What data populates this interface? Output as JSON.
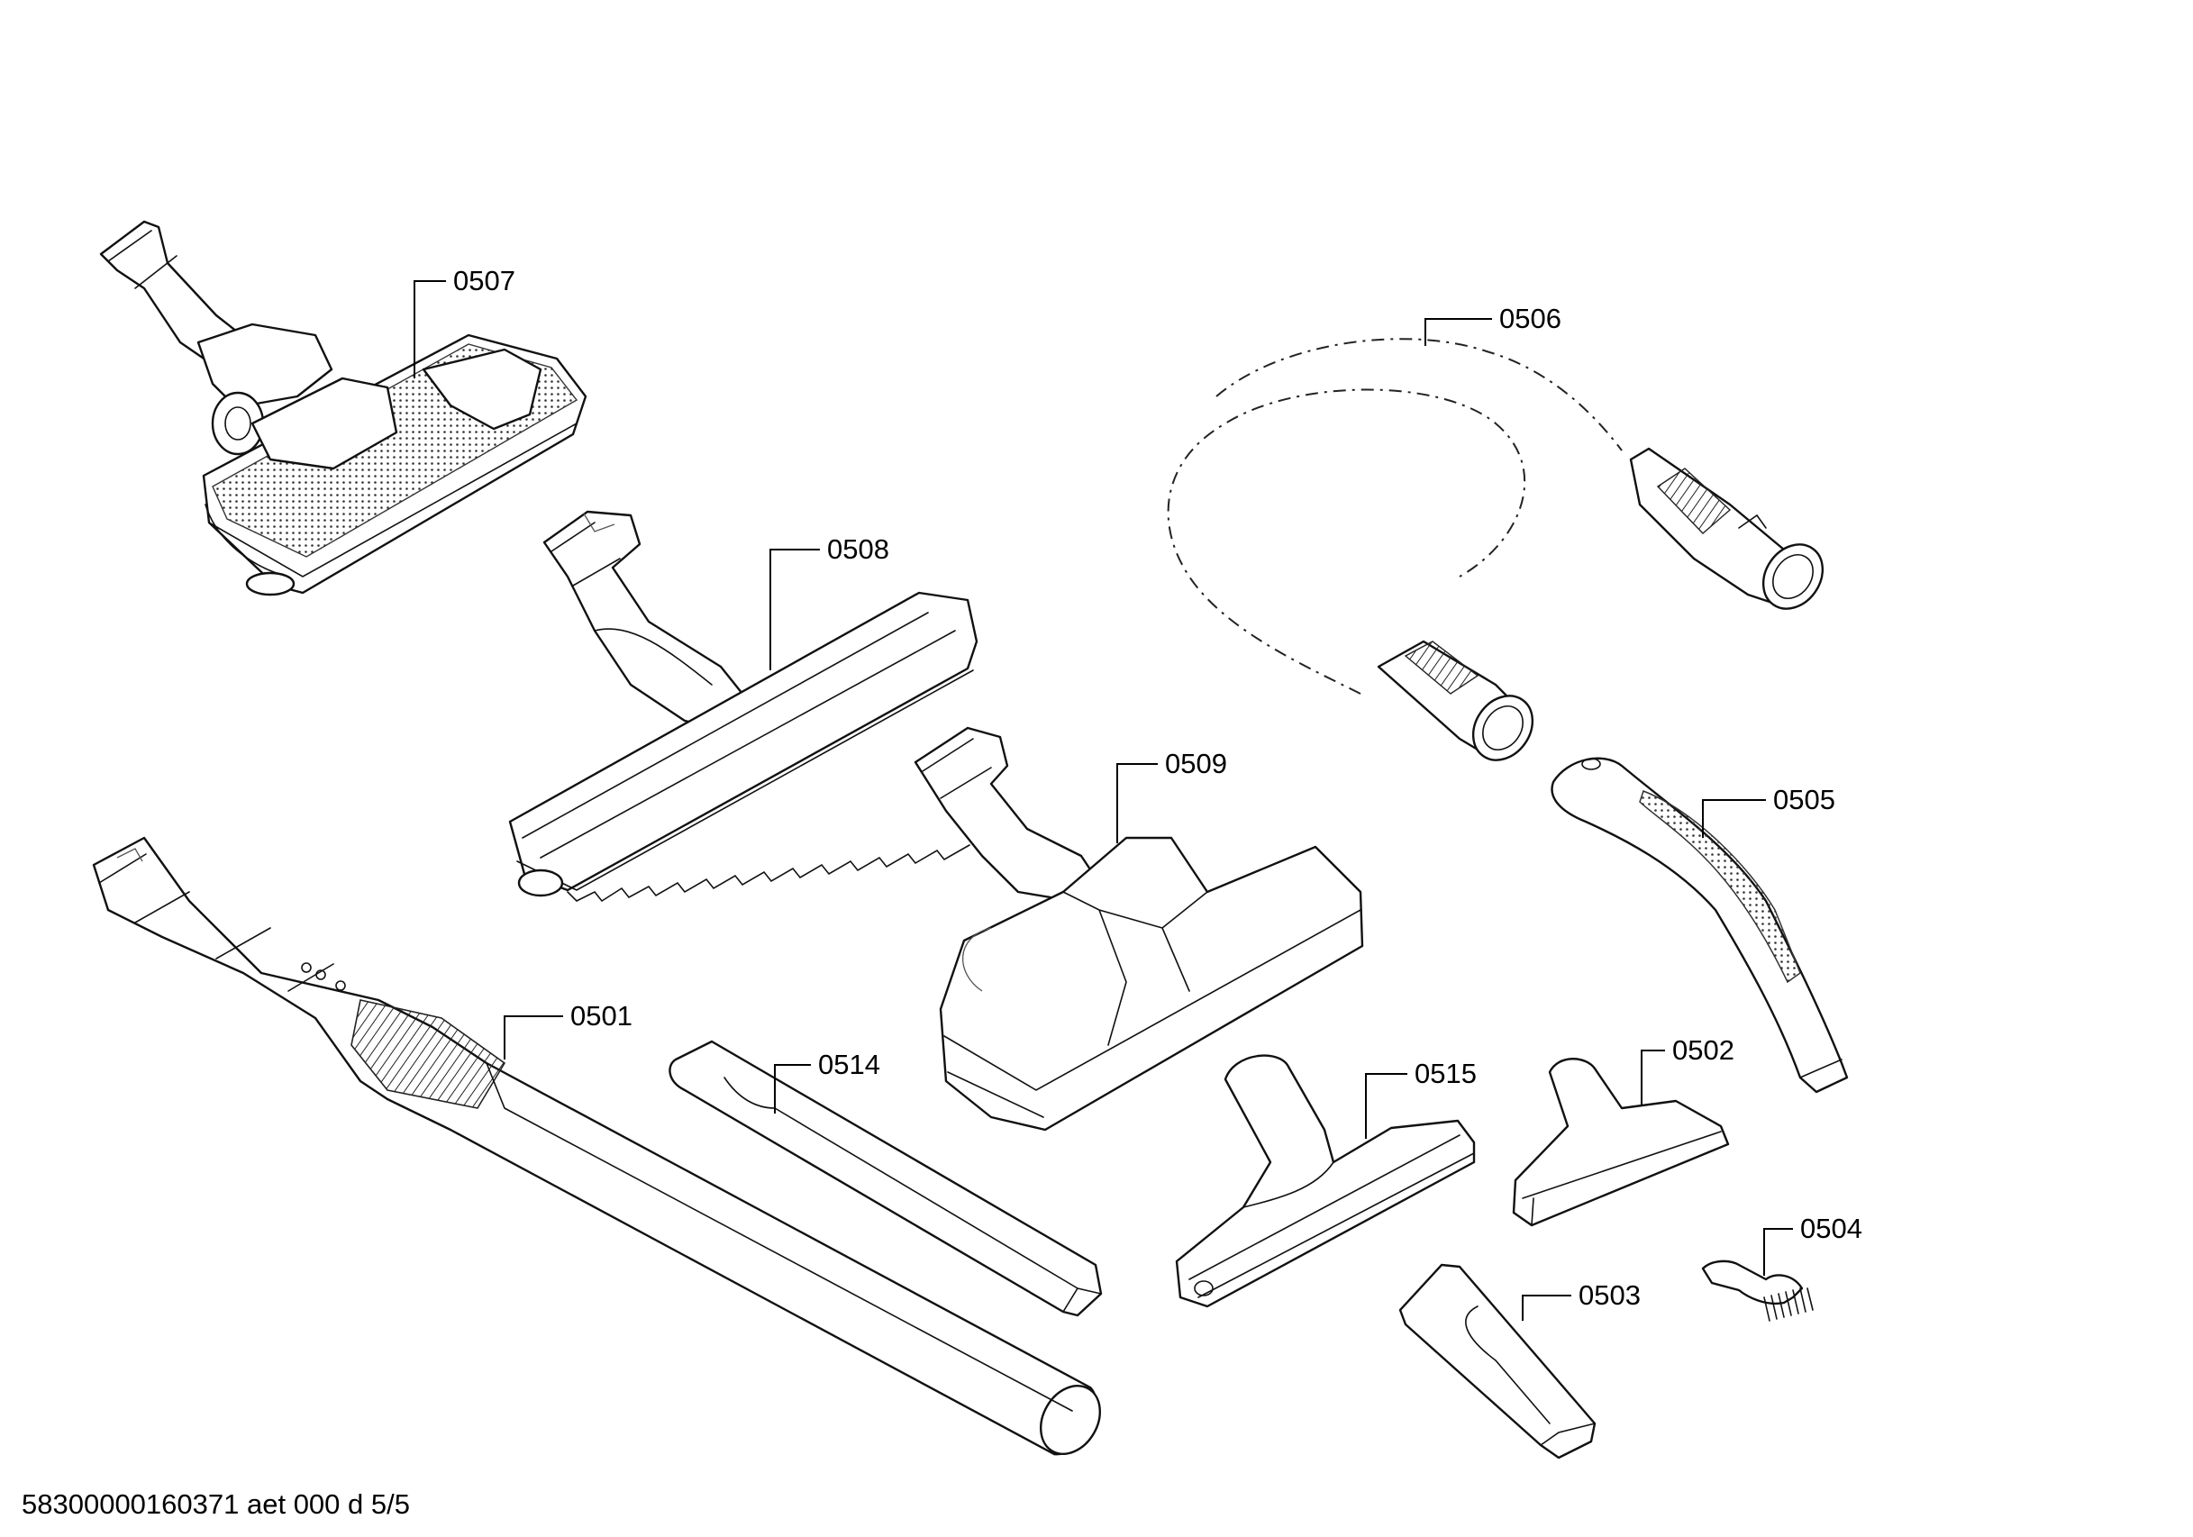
{
  "labels": {
    "p0501": "0501",
    "p0502": "0502",
    "p0503": "0503",
    "p0504": "0504",
    "p0505": "0505",
    "p0506": "0506",
    "p0507": "0507",
    "p0508": "0508",
    "p0509": "0509",
    "p0514": "0514",
    "p0515": "0515"
  },
  "footer": {
    "text": "58300000160371 aet 000 d 5/5"
  }
}
